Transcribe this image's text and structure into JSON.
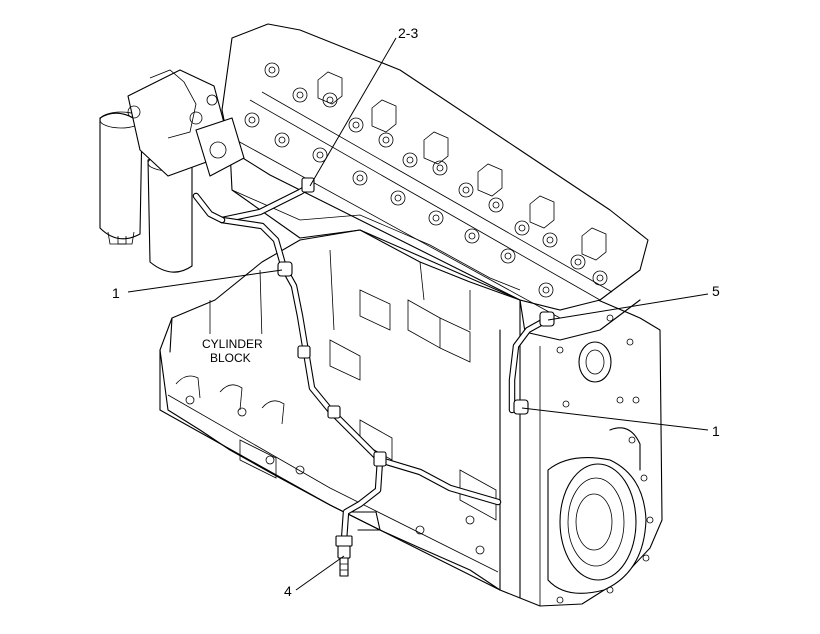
{
  "diagram": {
    "callouts": [
      {
        "id": "c23",
        "label": "2-3"
      },
      {
        "id": "c1a",
        "label": "1"
      },
      {
        "id": "c5",
        "label": "5"
      },
      {
        "id": "c1b",
        "label": "1"
      },
      {
        "id": "c4",
        "label": "4"
      }
    ],
    "annotation": {
      "line1": "CYLINDER",
      "line2": "BLOCK"
    }
  }
}
